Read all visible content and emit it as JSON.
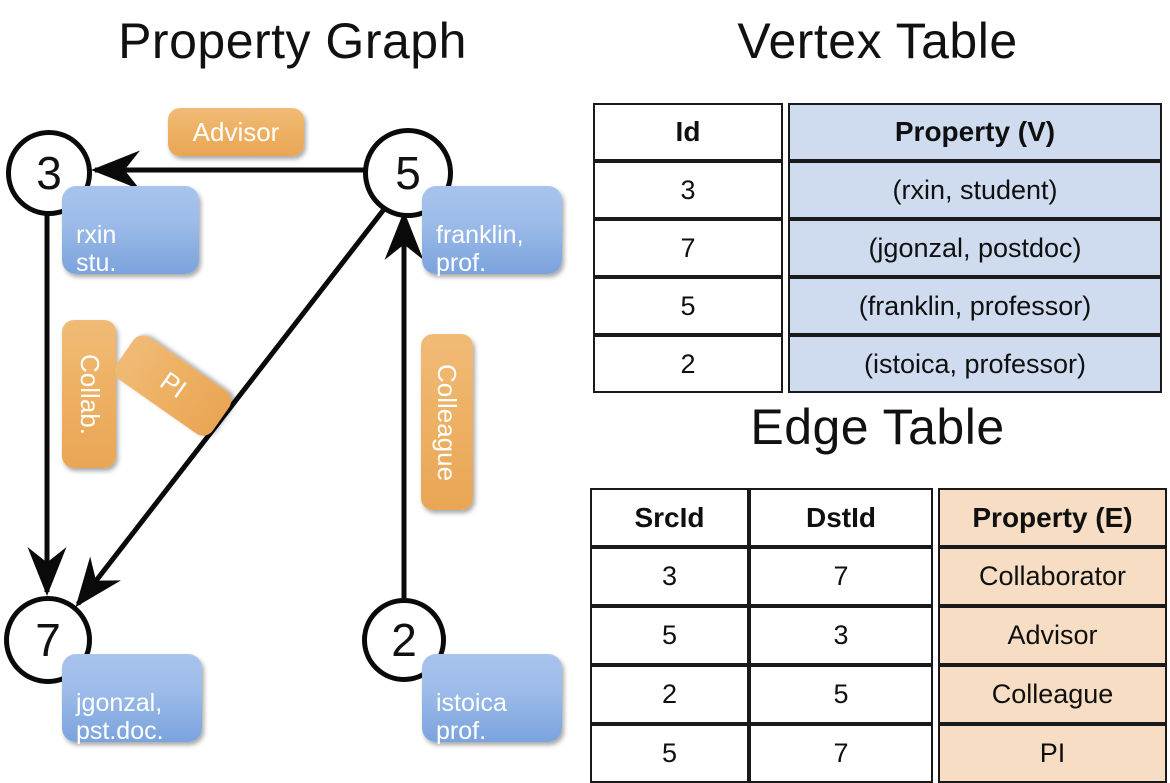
{
  "titles": {
    "graph": "Property Graph",
    "vertex_table": "Vertex Table",
    "edge_table": "Edge Table"
  },
  "graph": {
    "vertices": [
      {
        "id": "3",
        "property": "rxin\nstu."
      },
      {
        "id": "5",
        "property": "franklin,\nprof."
      },
      {
        "id": "7",
        "property": "jgonzal,\npst.doc."
      },
      {
        "id": "2",
        "property": "istoica\nprof."
      }
    ],
    "edge_labels": [
      {
        "name": "advisor",
        "text": "Advisor"
      },
      {
        "name": "collab",
        "text": "Collab."
      },
      {
        "name": "pi",
        "text": "PI"
      },
      {
        "name": "colleague",
        "text": "Colleague"
      }
    ],
    "edges": [
      {
        "src": "5",
        "dst": "3",
        "label": "Advisor"
      },
      {
        "src": "3",
        "dst": "7",
        "label": "Collab."
      },
      {
        "src": "5",
        "dst": "7",
        "label": "PI"
      },
      {
        "src": "2",
        "dst": "5",
        "label": "Colleague"
      }
    ]
  },
  "vertex_table": {
    "headers": [
      "Id",
      "Property (V)"
    ],
    "rows": [
      {
        "id": "3",
        "property": "(rxin, student)"
      },
      {
        "id": "7",
        "property": "(jgonzal, postdoc)"
      },
      {
        "id": "5",
        "property": "(franklin, professor)"
      },
      {
        "id": "2",
        "property": "(istoica, professor)"
      }
    ]
  },
  "edge_table": {
    "headers": [
      "SrcId",
      "DstId",
      "Property (E)"
    ],
    "rows": [
      {
        "src": "3",
        "dst": "7",
        "property": "Collaborator"
      },
      {
        "src": "5",
        "dst": "3",
        "property": "Advisor"
      },
      {
        "src": "2",
        "dst": "5",
        "property": "Colleague"
      },
      {
        "src": "5",
        "dst": "7",
        "property": "PI"
      }
    ]
  },
  "colors": {
    "vertex_property_fill": "#9dbce9",
    "edge_label_fill": "#eeb164",
    "vertex_table_highlight": "#cfdcf0",
    "edge_table_highlight": "#f6ddc3",
    "stroke": "#0a0a0a"
  }
}
